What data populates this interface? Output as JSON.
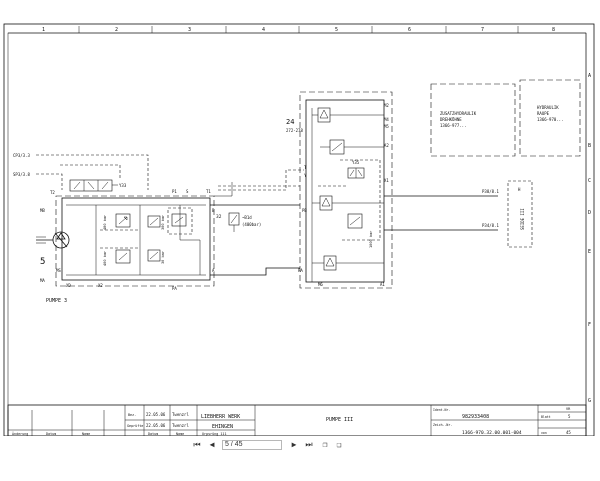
{
  "column_numbers": [
    "1",
    "2",
    "3",
    "4",
    "5",
    "6",
    "7",
    "8"
  ],
  "row_letters": [
    "A",
    "B",
    "C",
    "D",
    "E",
    "F",
    "G"
  ],
  "ports": {
    "cp": "CP3/3.3",
    "sp": "SP3/3.8",
    "t2": "T2",
    "mb": "MB",
    "ma": "MA",
    "xd": "XD",
    "ms": "MS",
    "y33": "Y33",
    "p1": "P1",
    "s": "S",
    "t1": "T1",
    "x2": "X2",
    "pa": "PA",
    "a": "A",
    "b": "B",
    "pb": "PB",
    "m2": "M2",
    "m4": "M4",
    "m5": "M5",
    "x1": "X1",
    "m6": "M6",
    "a1": "A1",
    "a2": "A2",
    "t": "T",
    "y": "Y",
    "h": "H",
    "p38": "P38/8.1",
    "p34": "P34/8.1"
  },
  "labels": {
    "pump_number": "5",
    "pump_name": "PUMPE 3",
    "sensor_id": "32",
    "sensor_value": "~B1d",
    "sensor_range": "(400bar)",
    "valve_block_number": "24",
    "valve_block_range": "272-278",
    "p_480": "480 bar",
    "p_300": "300 bar",
    "p_30": "30 bar",
    "p_400": "400 bar",
    "p_1000": "1000 bar",
    "solenoid": "Y35",
    "zusatz_1": "ZUSATZHYDRAULIK",
    "zusatz_2": "DREHKÖHNE",
    "zusatz_3": "1366-977...",
    "hydr_1": "HYDRAULIK",
    "hydr_2": "RAUPE",
    "hydr_3": "1366-970...",
    "side_box": "SEIDE III"
  },
  "title_block": {
    "rev_headers": [
      "Änderung",
      "Datum",
      "Name"
    ],
    "row1_label": "Bez.",
    "row1_date": "22.05.06",
    "row1_name": "Twenzrl",
    "row2_label": "Geprüfte",
    "row2_date": "22.05.06",
    "row2_name": "Twenzrl",
    "date_header": "Datum",
    "name_header": "Name",
    "norm_header": "Urpsrüng 111",
    "company_1": "LIEBHERR WERK",
    "company_2": "EHINGEN",
    "drawing_title": "PUMPE III",
    "ident_label": "Ident-Nr.",
    "ident_value": "982933408",
    "zeich_label": "Zeich.-Nr.",
    "zeich_value": "1366-970.32.00.001-004",
    "rev_label": "VR",
    "sheet_label": "Blatt",
    "sheet_value": "5",
    "of_label": "von",
    "of_value": "45"
  },
  "viewer": {
    "page_input": "5 / 45"
  }
}
